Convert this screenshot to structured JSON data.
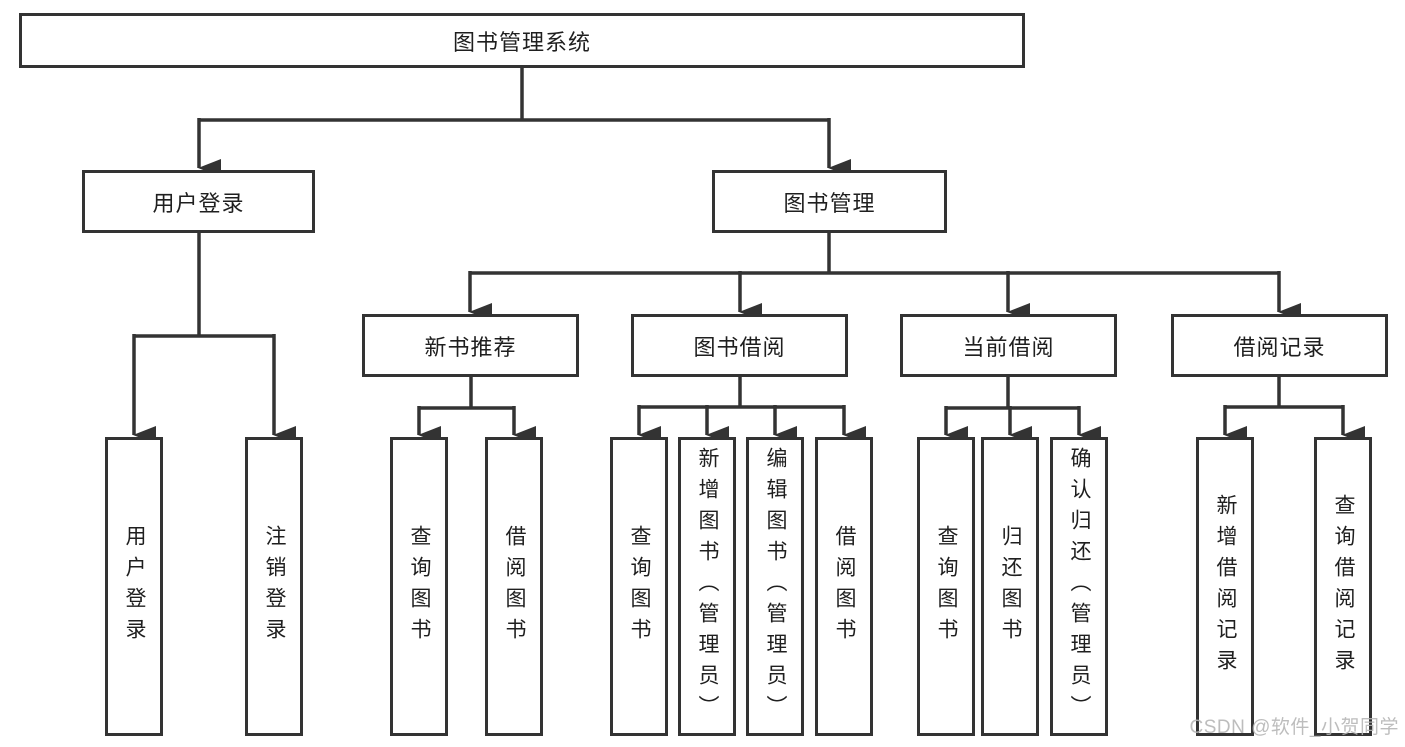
{
  "diagram": {
    "root": "图书管理系统",
    "branches": [
      {
        "label": "用户登录",
        "leaves": [
          "用户登录",
          "注销登录"
        ]
      },
      {
        "label": "图书管理",
        "groups": [
          {
            "label": "新书推荐",
            "leaves": [
              "查询图书",
              "借阅图书"
            ]
          },
          {
            "label": "图书借阅",
            "leaves": [
              "查询图书",
              "新增图书（管理员）",
              "编辑图书（管理员）",
              "借阅图书"
            ]
          },
          {
            "label": "当前借阅",
            "leaves": [
              "查询图书",
              "归还图书",
              "确认归还（管理员）"
            ]
          },
          {
            "label": "借阅记录",
            "leaves": [
              "新增借阅记录",
              "查询借阅记录"
            ]
          }
        ]
      }
    ]
  },
  "watermark": "CSDN @软件_小贺同学",
  "colors": {
    "line": "#333333",
    "text": "#1f1f1f",
    "watermark": "#b5b5b5",
    "background": "#ffffff"
  }
}
